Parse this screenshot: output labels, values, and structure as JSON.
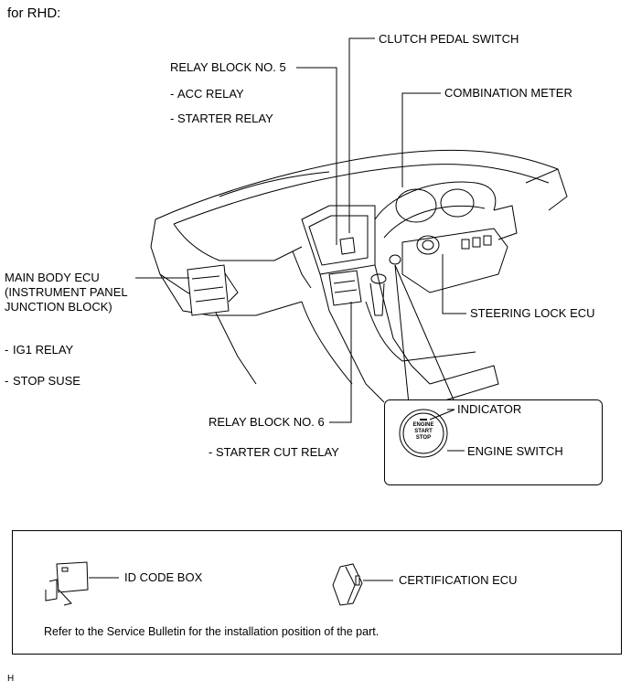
{
  "header": "for RHD:",
  "labels": {
    "clutch_pedal_switch": "CLUTCH PEDAL SWITCH",
    "relay_block_5": "RELAY BLOCK NO. 5",
    "acc_relay": "ACC RELAY",
    "starter_relay": "STARTER RELAY",
    "combination_meter": "COMBINATION METER",
    "main_body_ecu_1": "MAIN BODY ECU",
    "main_body_ecu_2": "(INSTRUMENT PANEL",
    "main_body_ecu_3": "JUNCTION BLOCK)",
    "ig1_relay": "IG1 RELAY",
    "stop_fuse": "STOP SUSE",
    "steering_lock_ecu": "STEERING LOCK ECU",
    "indicator": "INDICATOR",
    "relay_block_6": "RELAY BLOCK NO. 6",
    "starter_cut_relay": "STARTER CUT RELAY",
    "engine_switch": "ENGINE SWITCH",
    "dash": "-"
  },
  "engine_button": {
    "line1": "ENGINE",
    "line2": "START",
    "line3": "STOP"
  },
  "legend": {
    "id_code_box": "ID CODE BOX",
    "certification_ecu": "CERTIFICATION ECU",
    "note": "Refer to the Service Bulletin for the installation position of the part."
  },
  "footer_code": "H"
}
